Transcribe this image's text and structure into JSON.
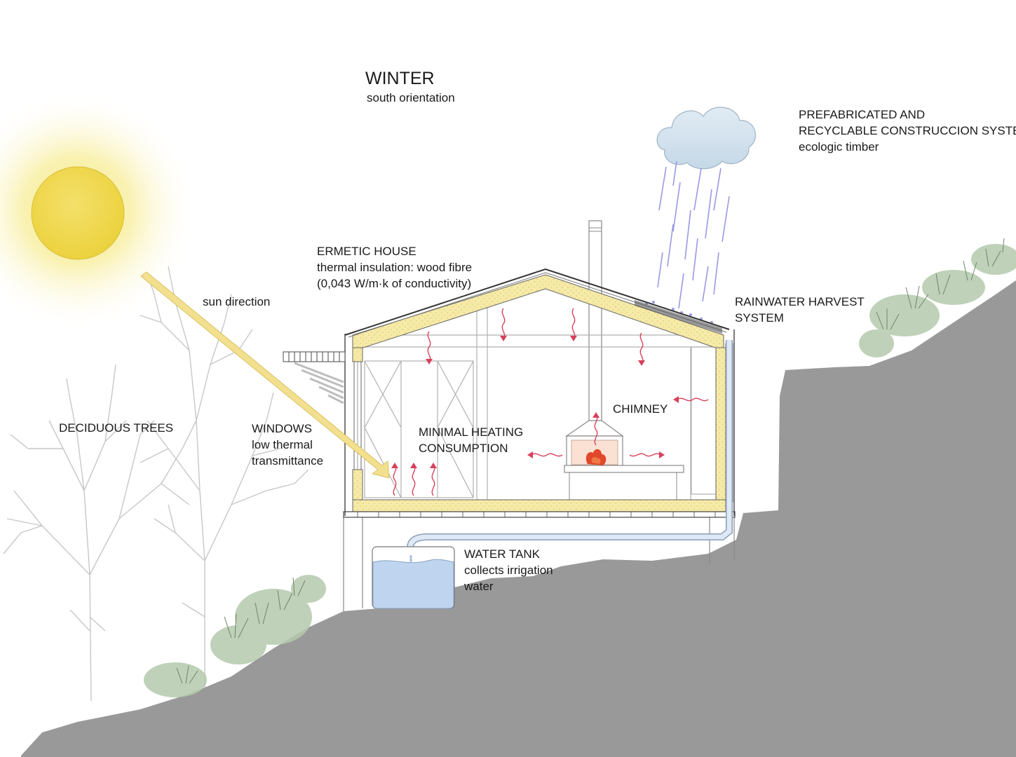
{
  "colors": {
    "sun": "#f2dc5c",
    "sun_glow": "#f7eb8f",
    "insulation": "#f5e9a6",
    "ground": "#999999",
    "cloud": "#d3e3ee",
    "rain": "#8c8ee0",
    "water": "#bcd4ef",
    "heat_arrow": "#d83a55",
    "fire": "#e14a2a",
    "vegetation": "#8fa889"
  },
  "icons": [
    "sun-icon",
    "cloud-icon",
    "rain-icon",
    "fire-icon",
    "tree-icon",
    "house-icon",
    "water-tank-icon"
  ],
  "title": {
    "season": "WINTER",
    "orientation": "south orientation"
  },
  "system": {
    "line1": "PREFABRICATED AND",
    "line2": "RECYCLABLE CONSTRUCCION SYSTEM",
    "line3": "ecologic timber"
  },
  "house": {
    "line1": "ERMETIC HOUSE",
    "line2": "thermal insulation: wood fibre",
    "line3": "(0,043 W/m·k of conductivity)"
  },
  "sun_direction": "sun direction",
  "rainwater": {
    "line1": "RAINWATER HARVEST",
    "line2": "SYSTEM"
  },
  "chimney": "CHIMNEY",
  "trees": "DECIDUOUS TREES",
  "windows": {
    "line1": "WINDOWS",
    "line2": "low thermal",
    "line3": "transmittance"
  },
  "heating": {
    "line1": "MINIMAL HEATING",
    "line2": "CONSUMPTION"
  },
  "tank": {
    "line1": "WATER TANK",
    "line2": "collects irrigation",
    "line3": "water"
  }
}
